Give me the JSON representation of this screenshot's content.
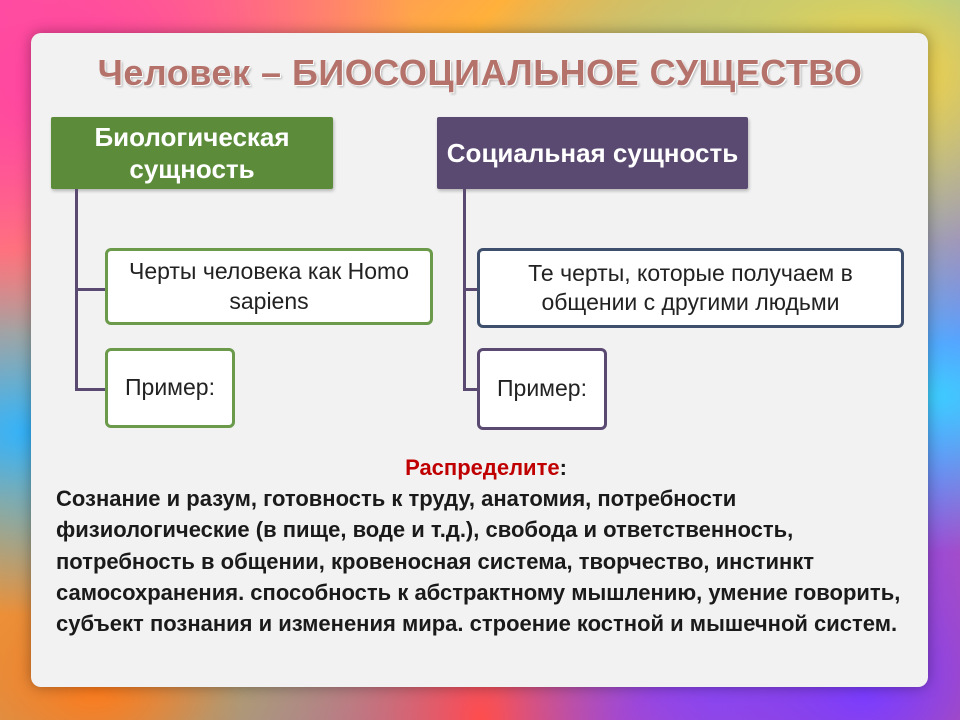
{
  "title": "Человек – БИОСОЦИАЛЬНОЕ СУЩЕСТВО",
  "biological": {
    "heading": "Биологическая сущность",
    "traits": "Черты человека как Homo sapiens",
    "example": "Пример:"
  },
  "social": {
    "heading": "Социальная сущность",
    "traits": "Те черты, которые получаем в общении с другими людьми",
    "example": "Пример:"
  },
  "distribute": {
    "label": "Распределите",
    "colon": ":",
    "text": "Сознание и разум, готовность к труду, анатомия, потребности физиологические (в пище, воде и т.д.), свобода и ответственность, потребность в общении, кровеносная система, творчество, инстинкт самосохранения. способность к абстрактному мышлению, умение говорить, субъект познания и изменения мира. строение костной и мышечной систем."
  },
  "colors": {
    "title": "#b4726a",
    "biological": "#5c8c3a",
    "social": "#5a4a72",
    "highlight": "#c00000"
  }
}
